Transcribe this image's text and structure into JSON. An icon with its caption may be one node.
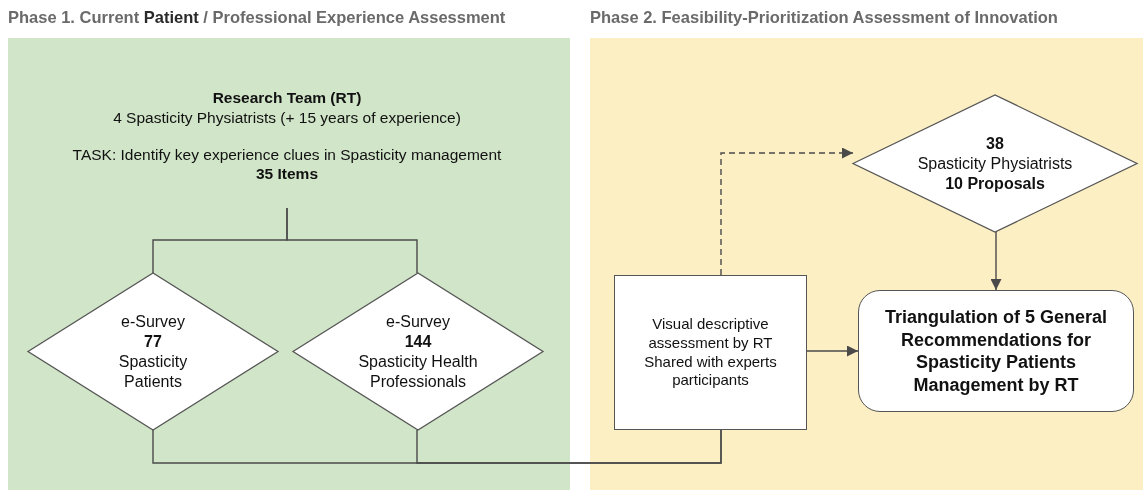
{
  "diagram": {
    "nodes": [
      {
        "text": [
          "Phase 1. Current **Patient** / Professional Experience Assessment"
        ]
      },
      {
        "text": [
          "**Research Team (RT)** 4 Spasticity Physiatrists (+ 15 years of experience)",
          "TASK: Identify key experience clues in Spasticity management **35 Items**"
        ],
        "in": 0
      },
      {
        "text": [
          "e-Survey **77** Spasticity Patients"
        ],
        "in": 0
      },
      {
        "text": [
          "e-Survey **144** Spasticity Health Professionals"
        ],
        "in": 0
      },
      {
        "text": [
          "Phase 2. Feasibility-Prioritization Assessment of Innovation"
        ]
      },
      {
        "text": [
          "Visual descriptive assessment by RT Shared with experts participants"
        ],
        "in": 4
      },
      {
        "text": [
          "**38** Spasticity Physiatrists **10 Proposals**"
        ],
        "in": 4
      },
      {
        "text": [
          "Triangulation of 5 General Recommendations for Spasticity Patients Management by RT"
        ],
        "in": 4
      }
    ],
    "edges": [
      {
        "from": 1,
        "to": 2,
        "arrow": "none"
      },
      {
        "from": 1,
        "to": 3,
        "arrow": "none"
      },
      {
        "from": 2,
        "to": 5,
        "arrow": "none"
      },
      {
        "from": 3,
        "to": 5,
        "arrow": "none"
      },
      {
        "from": 5,
        "to": 6,
        "arrow": "to",
        "style": "dashed"
      },
      {
        "from": 6,
        "to": 7,
        "arrow": "to"
      },
      {
        "from": 5,
        "to": 7,
        "arrow": "to"
      }
    ]
  }
}
